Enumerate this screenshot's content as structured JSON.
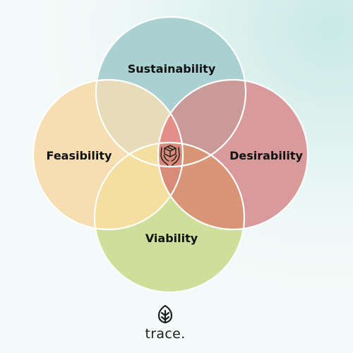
{
  "diagram": {
    "type": "venn",
    "circles": [
      {
        "id": "sustainability",
        "label": "Sustainability",
        "color": "#a9d1d2"
      },
      {
        "id": "feasibility",
        "label": "Feasibility",
        "color": "#f6ddb2"
      },
      {
        "id": "desirability",
        "label": "Desirability",
        "color": "#d99a9b"
      },
      {
        "id": "viability",
        "label": "Viability",
        "color": "#cfdf9a"
      }
    ],
    "center_icon": "hands-holding-box-icon"
  },
  "brand": {
    "name": "trace.",
    "icon": "leaf-icon"
  }
}
